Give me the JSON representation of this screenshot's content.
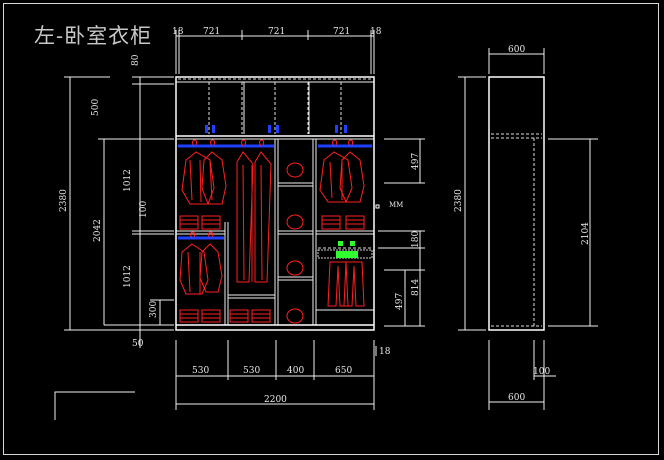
{
  "title": "左-卧室衣柜",
  "front": {
    "top_dims": [
      "18",
      "721",
      "721",
      "721",
      "18"
    ],
    "bottom_dims": [
      "530",
      "530",
      "400",
      "650"
    ],
    "overall_width": "2200",
    "left_dims": [
      "80",
      "500",
      "1012",
      "100",
      "1012",
      "300",
      "50"
    ],
    "overall_height": "2380",
    "inner_height": "2042",
    "right_dims": [
      "497",
      "180",
      "814",
      "497",
      "18"
    ],
    "right_label": "MM"
  },
  "side": {
    "top_depth": "600",
    "height": "2380",
    "inner_height": "2104",
    "bottom_offset": "100",
    "bottom_depth": "600"
  }
}
